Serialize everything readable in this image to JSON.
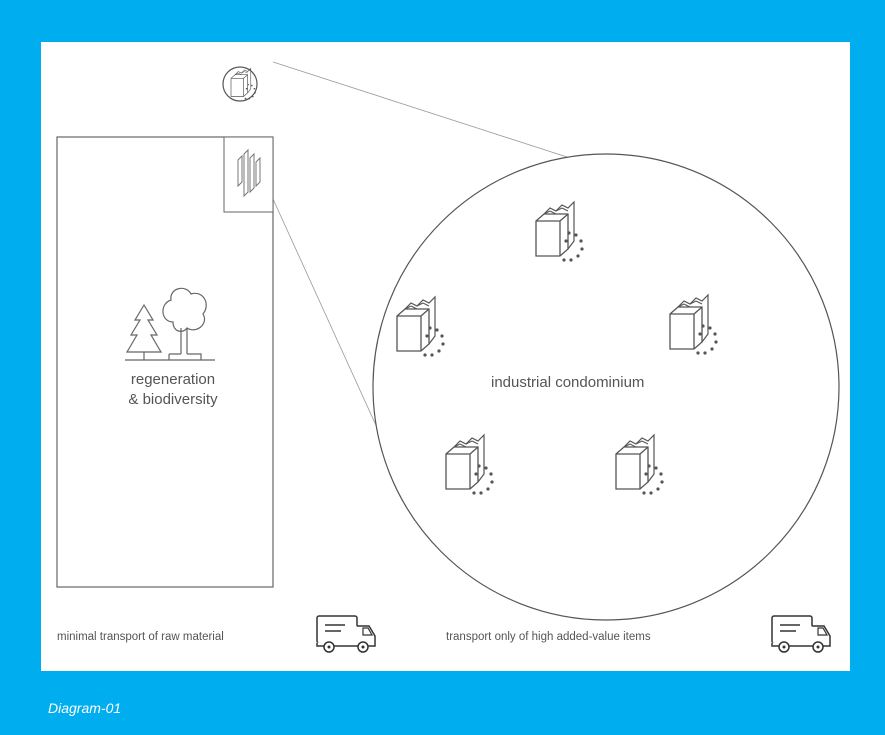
{
  "diagram": {
    "zones": {
      "regeneration_line1": "regeneration",
      "regeneration_line2": "& biodiversity",
      "condominium": "industrial condominium"
    },
    "transport": {
      "raw_material": "minimal transport of raw material",
      "high_value": "transport only of high added-value items"
    },
    "icons": [
      "trees-icon",
      "factory-icon",
      "truck-icon",
      "building-plan-icon"
    ],
    "colors": {
      "frame": "#00aeef",
      "panel": "#ffffff",
      "lines": "#555555"
    }
  },
  "caption": "Diagram-01"
}
